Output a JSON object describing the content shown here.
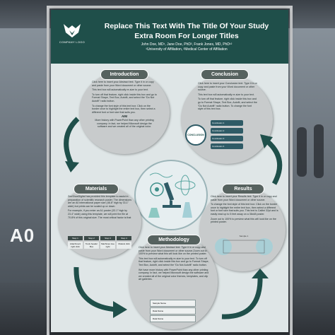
{
  "scene": {
    "size_label": "A0"
  },
  "header": {
    "logo_text": "COMPANY LOGO",
    "title_line1": "Replace This Text With The Title Of Your Study",
    "title_line2": "Extra Room For Longer Titles",
    "authors": "John Doe, MD¹, Jane Doe, PhD², Frank Jones, MD, PhD¹²",
    "affiliations": "¹University of Affiliation, ²Medical Center of Affiliation"
  },
  "sections": {
    "introduction": {
      "title": "Introduction",
      "paragraphs": [
        "Click here to insert your Abstract text. Type it in or copy and paste from your Word document or other source.",
        "This text box will automatically re-size to your text.",
        "To turn off that feature, right click inside this box and go to Format Shape, Text Box, Autofit, and select the “Do Not Autofit” radio button.",
        "To change the font style of this text box: Click on the border once to highlight the entire text box, then select a different font or font size that suits you."
      ],
      "aim_title": "AIM",
      "aim_text": "More history with PowerPoint than any other printing company. In fact, we helped Microsoft design the software and we created all of the original color."
    },
    "conclusion": {
      "title": "Conclusion",
      "paragraphs": [
        "Click here to insert your Conclusion text. Type it in or copy and paste from your Word document or other source.",
        "This text box will automatically re-size to your text.",
        "To turn off that feature, right click inside this box and go to Format Shape, Text Box, Autofit, and select the “Do Not Autofit” radio button. To change the font style of this text box."
      ],
      "diagram_center": "CONCLUSION",
      "diagram_nodes": [
        "Conclusion 1",
        "Conclusion 2",
        "Conclusion 3",
        "Conclusion 4"
      ]
    },
    "materials": {
      "title": "Materials",
      "paragraphs": [
        "ZeeShoeDigital has provided this template to assist in preparation of scientific research poster. The dimensions are an A0 international paper size (46.8\" high by 33.1\" wide) but prints can be scaled up or down.",
        "For example, if you enter an A1 poster (33.1\" high by 23.4\" wide) using this template, we will print the file at 70.8% of this original size. The most critical factor is that"
      ],
      "table_headers": [
        "Step 1",
        "Step 2",
        "Step 3",
        "Step 4"
      ],
      "table_cells": [
        "Attachment right click",
        "Tools header Box",
        "Machines tree right",
        "Models click"
      ]
    },
    "results": {
      "title": "Results",
      "paragraphs": [
        "Click here to insert your Results text. Type it in or copy and paste from your Word document or other source.",
        "To change the font style of this text box: Click on the border once to highlight the entire text box, then select a different font or font size that suits you. This text is Calibri 32pt and is easily read up to 5 feet away on a 36x48 poster.",
        "Zoom out to 100% to preview what this will look like on the printed poster."
      ],
      "chart_title": "Sample 1"
    },
    "methodology": {
      "title": "Methodology",
      "paragraphs": [
        "Click here to insert your Abstract text. Type it in or copy and paste from your Word document or other source.Zoom out to 100% to preview what this will look like on the printed poster.",
        "This text box will automatically re-size to your text. To turn off that feature, right click inside this box and go to Format Shape, Text Box, Autofit, and select the “Do Not Autofit” radio button.",
        "We have more history with PowerPoint than any other printing company. In fact, we helped Microsoft design the software and we created all of the original color themes, templates, and clip art galleries."
      ],
      "boxes": [
        "Sample Name",
        "Data Name",
        "Data Name"
      ]
    }
  },
  "colors": {
    "header": "#1f4f4a",
    "pill": "#56625f",
    "oval": "#c8cbcc",
    "arrow": "#1f4f4a"
  }
}
